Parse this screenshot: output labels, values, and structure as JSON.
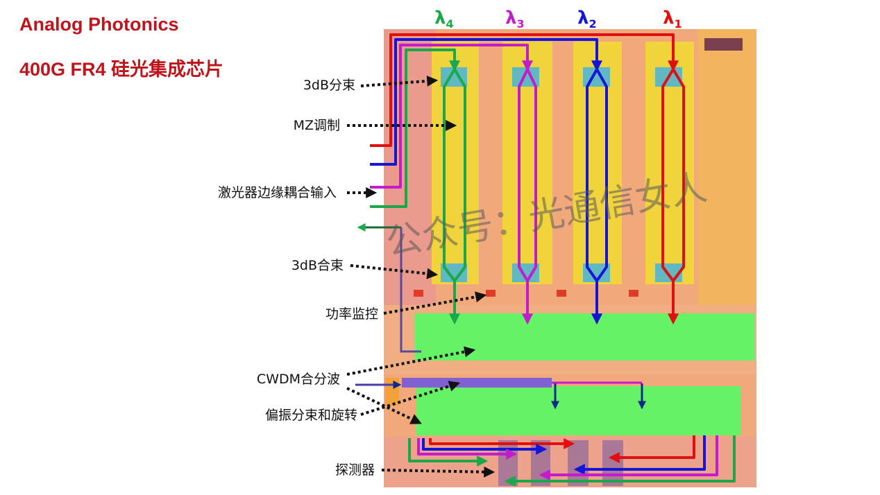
{
  "title": {
    "line1": "Analog Photonics",
    "line2": "400G FR4 硅光集成芯片"
  },
  "wavelengths": [
    {
      "symbol": "λ",
      "index": "4",
      "color": "#1aa84a"
    },
    {
      "symbol": "λ",
      "index": "3",
      "color": "#c21ccc"
    },
    {
      "symbol": "λ",
      "index": "2",
      "color": "#1515d8"
    },
    {
      "symbol": "λ",
      "index": "1",
      "color": "#e01010"
    }
  ],
  "labels": {
    "splitter": "3dB分束",
    "mz": "MZ调制",
    "laser_input": "激光器边缘耦合输入",
    "combiner": "3dB合束",
    "power_monitor": "功率监控",
    "cwdm": "CWDM合分波",
    "pol_split_rotate": "偏振分束和旋转",
    "detector": "探测器"
  },
  "watermark": "公众号：光通信女人"
}
